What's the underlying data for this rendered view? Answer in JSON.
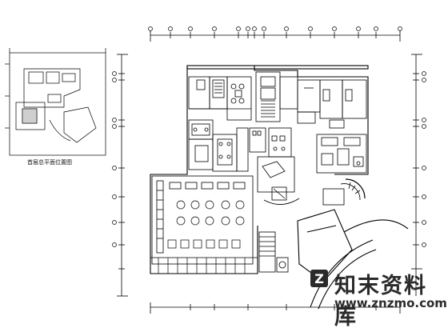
{
  "key_plan": {
    "label": "首层总平面位置图"
  },
  "watermark": {
    "title": "知末资料库",
    "url": "www.znzmo.com",
    "logo_icon": "znzmo-logo-icon",
    "color": "#2a2a2a"
  },
  "drawing": {
    "line_color": "#000000",
    "background": "#ffffff"
  }
}
